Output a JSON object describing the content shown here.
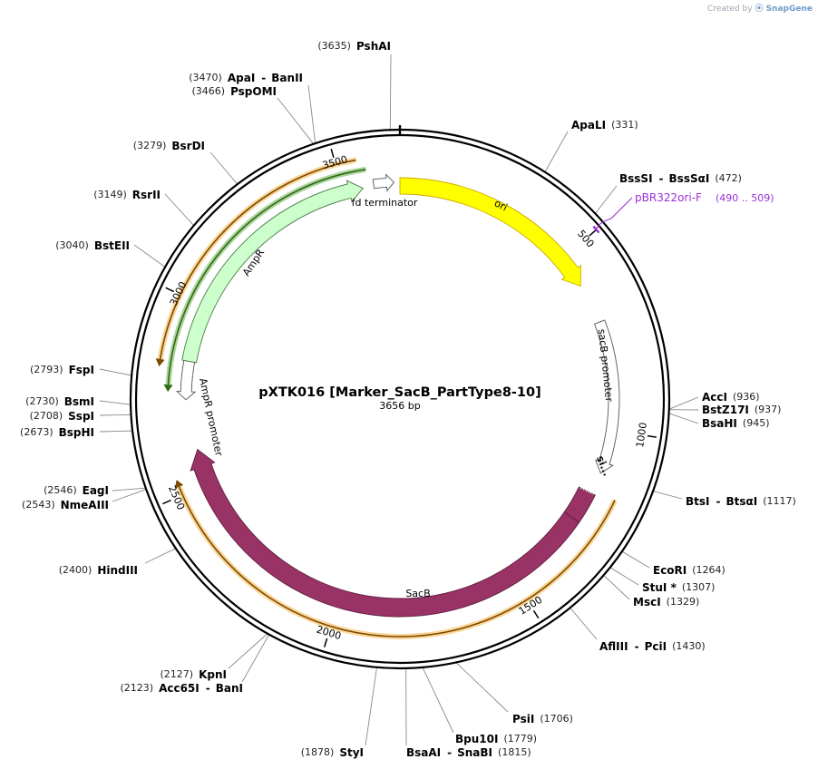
{
  "credit": {
    "prefix": "Created by",
    "brand": "SnapGene"
  },
  "plasmid": {
    "name": "pXTK016 [Marker_SacB_PartType8-10]",
    "size_label": "3656 bp",
    "length": 3656
  },
  "ticks": [
    {
      "pos": 500,
      "label": "500"
    },
    {
      "pos": 1000,
      "label": "1000"
    },
    {
      "pos": 1500,
      "label": "1500"
    },
    {
      "pos": 2000,
      "label": "2000"
    },
    {
      "pos": 2500,
      "label": "2500"
    },
    {
      "pos": 3000,
      "label": "3000"
    },
    {
      "pos": 3500,
      "label": "3500"
    }
  ],
  "sites": [
    {
      "pos": 3635,
      "parts": [
        [
          "(3635)",
          "pos"
        ],
        [
          "PshAI",
          "name"
        ]
      ]
    },
    {
      "pos": 331,
      "parts": [
        [
          "ApaLI",
          "name"
        ],
        [
          "(331)",
          "pos"
        ]
      ]
    },
    {
      "pos": 472,
      "parts": [
        [
          "BssSI",
          "name"
        ],
        [
          "-",
          "sep"
        ],
        [
          "BssSαI",
          "name"
        ],
        [
          "(472)",
          "pos"
        ]
      ]
    },
    {
      "pos": 936,
      "parts": [
        [
          "AccI",
          "name"
        ],
        [
          "(936)",
          "pos"
        ]
      ]
    },
    {
      "pos": 937,
      "parts": [
        [
          "BstZ17I",
          "name"
        ],
        [
          "(937)",
          "pos"
        ]
      ]
    },
    {
      "pos": 945,
      "parts": [
        [
          "BsaHI",
          "name"
        ],
        [
          "(945)",
          "pos"
        ]
      ]
    },
    {
      "pos": 1117,
      "parts": [
        [
          "BtsI",
          "name"
        ],
        [
          "-",
          "sep"
        ],
        [
          "BtsαI",
          "name"
        ],
        [
          "(1117)",
          "pos"
        ]
      ]
    },
    {
      "pos": 1264,
      "parts": [
        [
          "EcoRI",
          "name"
        ],
        [
          "(1264)",
          "pos"
        ]
      ]
    },
    {
      "pos": 1307,
      "parts": [
        [
          "StuI *",
          "name"
        ],
        [
          "(1307)",
          "pos"
        ]
      ]
    },
    {
      "pos": 1329,
      "parts": [
        [
          "MscI",
          "name"
        ],
        [
          "(1329)",
          "pos"
        ]
      ]
    },
    {
      "pos": 1430,
      "parts": [
        [
          "AflIII",
          "name"
        ],
        [
          "-",
          "sep"
        ],
        [
          "PciI",
          "name"
        ],
        [
          "(1430)",
          "pos"
        ]
      ]
    },
    {
      "pos": 1706,
      "parts": [
        [
          "PsiI",
          "name"
        ],
        [
          "(1706)",
          "pos"
        ]
      ]
    },
    {
      "pos": 1779,
      "parts": [
        [
          "Bpu10I",
          "name"
        ],
        [
          "(1779)",
          "pos"
        ]
      ]
    },
    {
      "pos": 1815,
      "parts": [
        [
          "BsaAI",
          "name"
        ],
        [
          "-",
          "sep"
        ],
        [
          "SnaBI",
          "name"
        ],
        [
          "(1815)",
          "pos"
        ]
      ]
    },
    {
      "pos": 1878,
      "parts": [
        [
          "(1878)",
          "pos"
        ],
        [
          "StyI",
          "name"
        ]
      ]
    },
    {
      "pos": 2123,
      "parts": [
        [
          "(2123)",
          "pos"
        ],
        [
          "Acc65I",
          "name"
        ],
        [
          "-",
          "sep"
        ],
        [
          "BanI",
          "name"
        ]
      ]
    },
    {
      "pos": 2127,
      "parts": [
        [
          "(2127)",
          "pos"
        ],
        [
          "KpnI",
          "name"
        ]
      ]
    },
    {
      "pos": 2400,
      "parts": [
        [
          "(2400)",
          "pos"
        ],
        [
          "HindIII",
          "name"
        ]
      ]
    },
    {
      "pos": 2543,
      "parts": [
        [
          "(2543)",
          "pos"
        ],
        [
          "NmeAIII",
          "name"
        ]
      ]
    },
    {
      "pos": 2546,
      "parts": [
        [
          "(2546)",
          "pos"
        ],
        [
          "EagI",
          "name"
        ]
      ]
    },
    {
      "pos": 2673,
      "parts": [
        [
          "(2673)",
          "pos"
        ],
        [
          "BspHI",
          "name"
        ]
      ]
    },
    {
      "pos": 2708,
      "parts": [
        [
          "(2708)",
          "pos"
        ],
        [
          "SspI",
          "name"
        ]
      ]
    },
    {
      "pos": 2730,
      "parts": [
        [
          "(2730)",
          "pos"
        ],
        [
          "BsmI",
          "name"
        ]
      ]
    },
    {
      "pos": 2793,
      "parts": [
        [
          "(2793)",
          "pos"
        ],
        [
          "FspI",
          "name"
        ]
      ]
    },
    {
      "pos": 3040,
      "parts": [
        [
          "(3040)",
          "pos"
        ],
        [
          "BstEII",
          "name"
        ]
      ]
    },
    {
      "pos": 3149,
      "parts": [
        [
          "(3149)",
          "pos"
        ],
        [
          "RsrII",
          "name"
        ]
      ]
    },
    {
      "pos": 3279,
      "parts": [
        [
          "(3279)",
          "pos"
        ],
        [
          "BsrDI",
          "name"
        ]
      ]
    },
    {
      "pos": 3466,
      "parts": [
        [
          "(3466)",
          "pos"
        ],
        [
          "PspOMI",
          "name"
        ]
      ]
    },
    {
      "pos": 3470,
      "parts": [
        [
          "(3470)",
          "pos"
        ],
        [
          "ApaI",
          "name"
        ],
        [
          "-",
          "sep"
        ],
        [
          "BanII",
          "name"
        ]
      ]
    }
  ],
  "primer": {
    "name": "pBR322ori-F",
    "range_label": "(490 .. 509)",
    "start": 490,
    "end": 509,
    "color": "#9b30d9"
  },
  "features": [
    {
      "name": "ori",
      "label": "ori",
      "start": 0,
      "end": 589,
      "dir": 1,
      "color": "#ffff00"
    },
    {
      "name": "sacB-promoter",
      "label": "sacB promoter",
      "start": 700,
      "end": 1120,
      "dir": 1,
      "color": "#ffffff"
    },
    {
      "name": "sacB-signal",
      "label": "si...",
      "start": 1180,
      "end": 1265,
      "dir": 0,
      "color": "#993366"
    },
    {
      "name": "SacB",
      "label": "SacB",
      "start": 1265,
      "end": 2600,
      "dir": 1,
      "color": "#993366"
    },
    {
      "name": "AmpR-promoter",
      "label": "AmpR promoter",
      "start": 2740,
      "end": 2845,
      "dir": -1,
      "color": "#ffffff"
    },
    {
      "name": "AmpR",
      "label": "AmpR",
      "start": 2845,
      "end": 3555,
      "dir": 1,
      "color": "#ccffcc"
    },
    {
      "name": "fd-terminator",
      "label": "fd terminator",
      "start": 3585,
      "end": 3640,
      "dir": 1,
      "color": "#ffffff"
    }
  ],
  "orfs": [
    {
      "start": 1170,
      "end": 2540,
      "dir": 1,
      "radius": 262,
      "color": "#f7b544"
    },
    {
      "start": 3550,
      "end": 2820,
      "dir": -1,
      "radius": 268,
      "color": "#f7b544"
    },
    {
      "start": 3570,
      "end": 2760,
      "dir": -1,
      "radius": 256,
      "color": "#6ab04c"
    }
  ]
}
